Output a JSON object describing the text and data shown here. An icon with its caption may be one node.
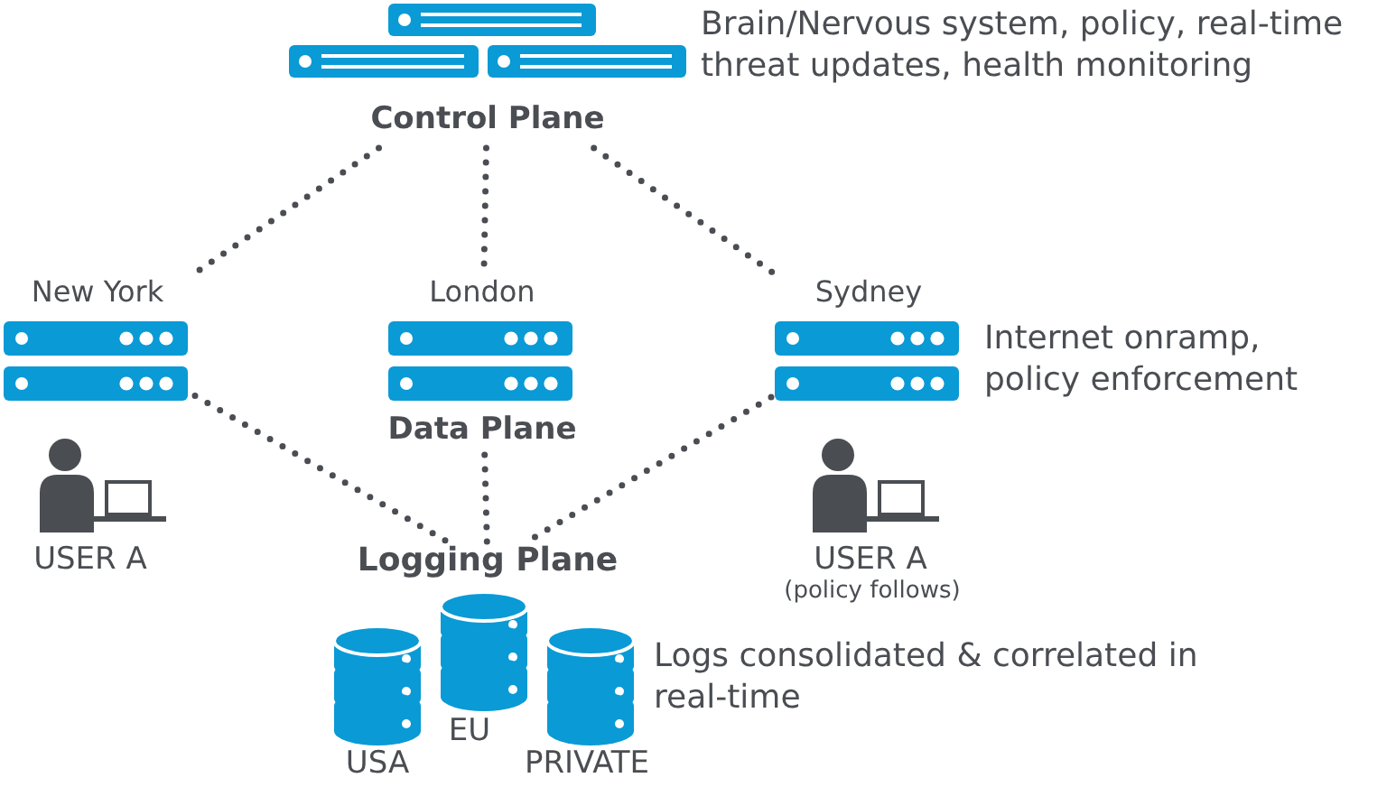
{
  "diagram": {
    "nodes": [
      {
        "text": [
          "Control Plane"
        ],
        "beside": [
          "Brain/Nervous system, policy, real-time threat updates, health monitoring"
        ]
      },
      {
        "text": [
          "New York"
        ]
      },
      {
        "text": [
          "London",
          "Data Plane"
        ]
      },
      {
        "text": [
          "Sydney"
        ],
        "beside": [
          "Internet onramp, policy enforcement"
        ]
      },
      {
        "text": [
          "Logging Plane"
        ],
        "beside": [
          "Logs consolidated & correlated in real-time"
        ]
      }
    ],
    "edges": [
      {
        "from": 0,
        "to": 1,
        "arrow": "none",
        "style": "dashed"
      },
      {
        "from": 0,
        "to": 2,
        "arrow": "none",
        "style": "dashed"
      },
      {
        "from": 0,
        "to": 3,
        "arrow": "none",
        "style": "dashed"
      },
      {
        "from": 1,
        "to": 4,
        "arrow": "none",
        "style": "dashed"
      },
      {
        "from": 2,
        "to": 4,
        "arrow": "none",
        "style": "dashed"
      },
      {
        "from": 3,
        "to": 4,
        "arrow": "none",
        "style": "dashed"
      }
    ],
    "labels": [
      "USER A",
      "USER A",
      "(policy follows)",
      "EU",
      "USA",
      "PRIVATE"
    ]
  }
}
